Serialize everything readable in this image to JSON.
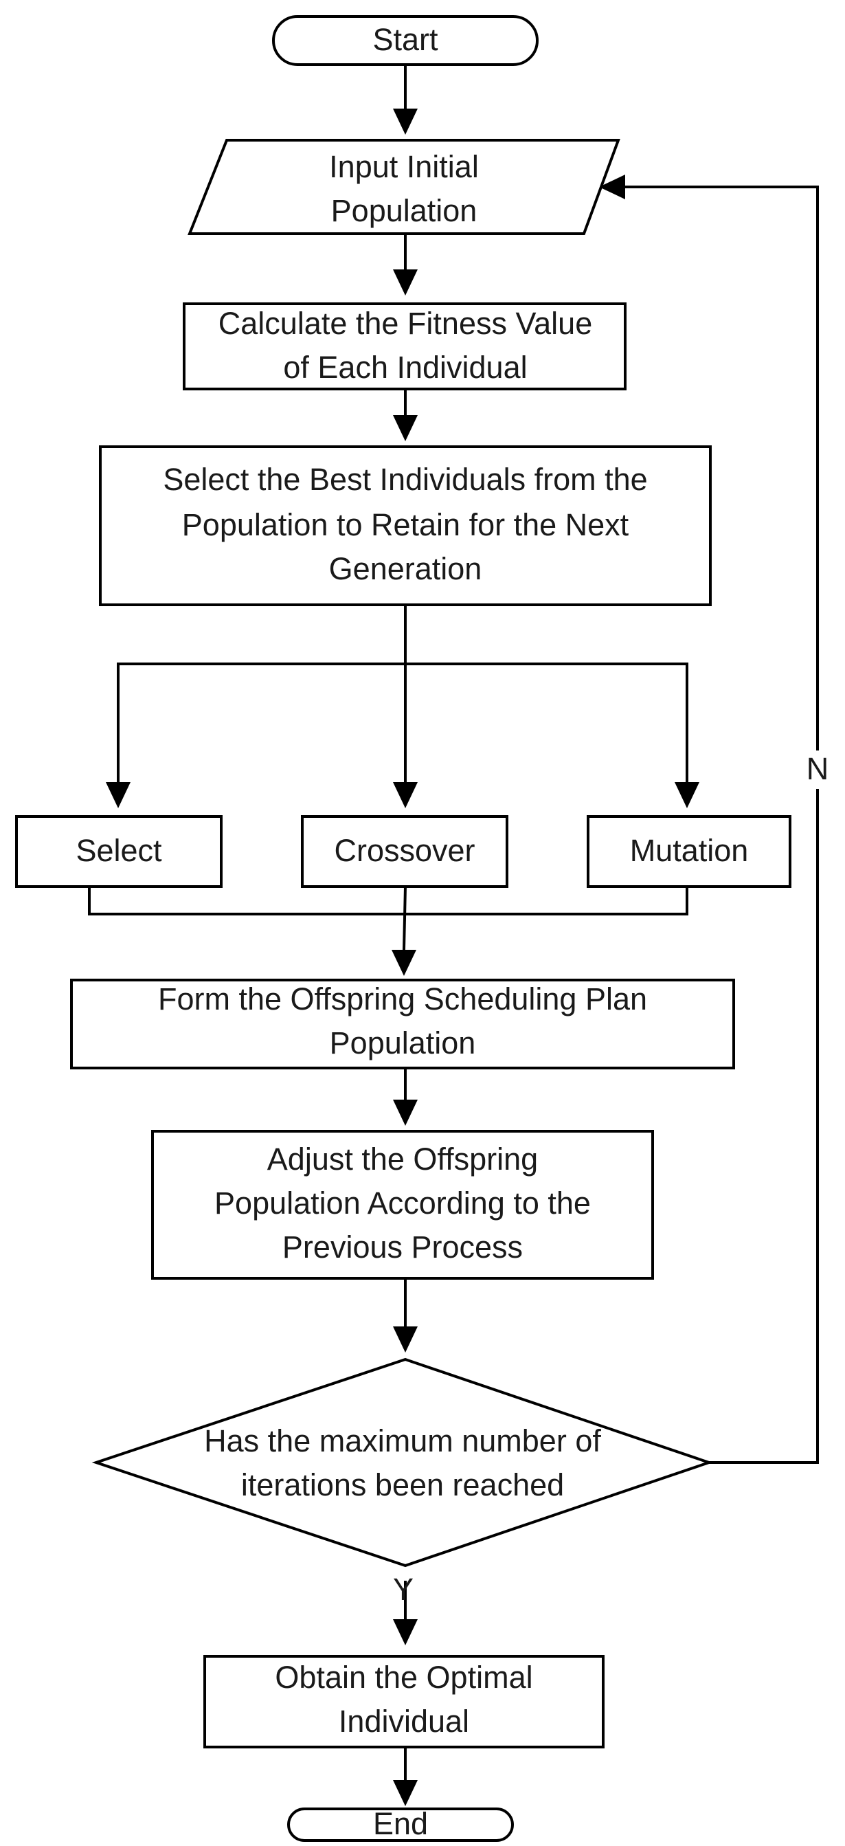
{
  "flowchart": {
    "start": "Start",
    "input": [
      "Input Initial",
      "Population"
    ],
    "fitness": [
      "Calculate the Fitness Value",
      "of Each Individual"
    ],
    "retain": [
      "Select the Best Individuals from the",
      "Population to Retain for the Next",
      "Generation"
    ],
    "ops": {
      "select": "Select",
      "crossover": "Crossover",
      "mutation": "Mutation"
    },
    "offspring": [
      "Form the Offspring Scheduling Plan",
      "Population"
    ],
    "adjust": [
      "Adjust the Offspring",
      "Population According to the",
      "Previous Process"
    ],
    "decision": [
      "Has the maximum number of",
      "iterations been reached"
    ],
    "yes_label": "Y",
    "no_label": "N",
    "optimal": [
      "Obtain the Optimal",
      "Individual"
    ],
    "end": "End"
  }
}
